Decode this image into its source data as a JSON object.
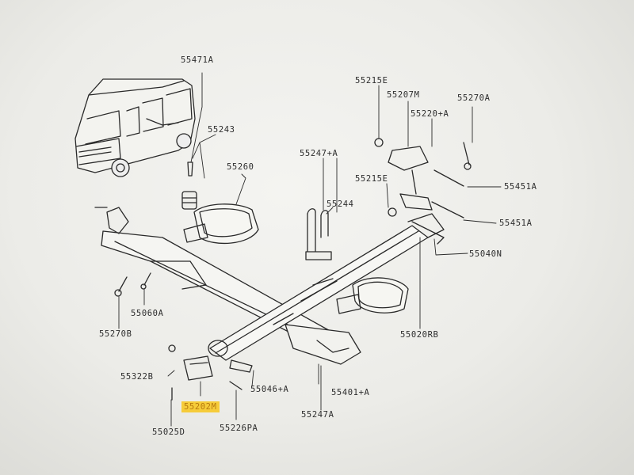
{
  "diagram": {
    "highlight_color": "#f6cc3a",
    "labels": {
      "p55471A": "55471A",
      "p55243": "55243",
      "p55260": "55260",
      "p55247_plus_A": "55247+A",
      "p55244": "55244",
      "p55215E_top": "55215E",
      "p55207M": "55207M",
      "p55220_plus_A": "55220+A",
      "p55270A": "55270A",
      "p55215E_mid": "55215E",
      "p55451A_1": "55451A",
      "p55451A_2": "55451A",
      "p55040N": "55040N",
      "p55060A": "55060A",
      "p55270B": "55270B",
      "p55020RB": "55020RB",
      "p55322B": "55322B",
      "p55046_plus_A": "55046+A",
      "p55401_plus_A": "55401+A",
      "p55202M": "55202M",
      "p55025D": "55025D",
      "p55226PA": "55226PA",
      "p55247A": "55247A"
    }
  }
}
